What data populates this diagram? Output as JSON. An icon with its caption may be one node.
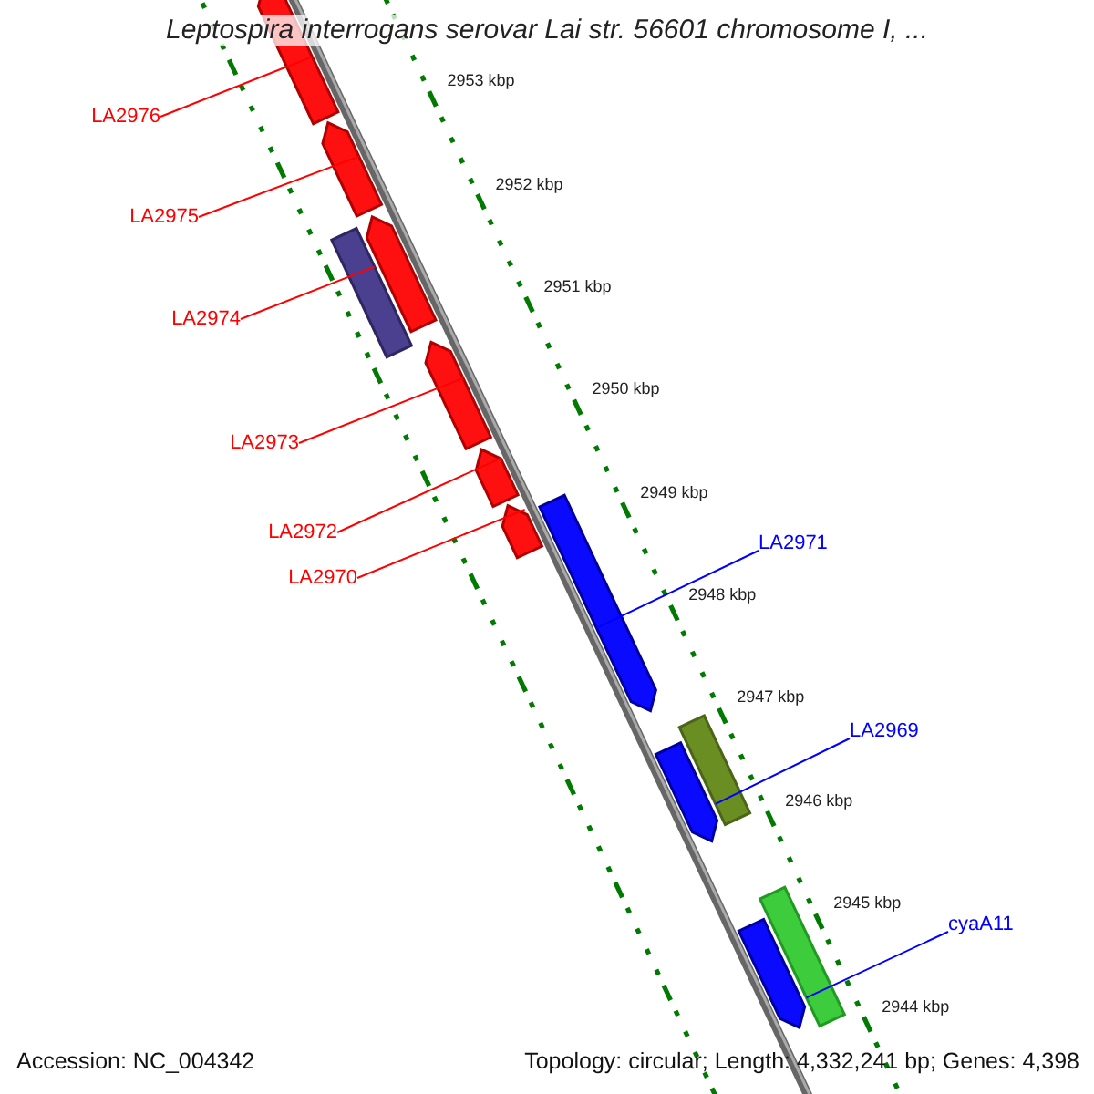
{
  "diagram": {
    "title": "Leptospira interrogans serovar Lai str. 56601 chromosome I, ...",
    "nodes": [
      {
        "text": [
          "LA2976"
        ]
      },
      {
        "text": [
          "LA2975"
        ]
      },
      {
        "text": [
          "LA2974"
        ]
      },
      {
        "text": [
          "LA2973"
        ]
      },
      {
        "text": [
          "LA2972"
        ]
      },
      {
        "text": [
          "LA2970"
        ]
      },
      {
        "text": [
          "LA2971"
        ]
      },
      {
        "text": [
          "LA2969"
        ]
      },
      {
        "text": [
          "cyaA11"
        ]
      },
      {
        "text": [],
        "shape": "pentagon"
      },
      {
        "text": [],
        "shape": "pentagon"
      },
      {
        "text": [],
        "shape": "bar"
      },
      {
        "text": [],
        "shape": "pentagon"
      },
      {
        "text": [],
        "shape": "pentagon"
      },
      {
        "text": [],
        "shape": "pentagon"
      },
      {
        "text": [],
        "shape": "pentagon"
      },
      {
        "text": [],
        "shape": "pentagon"
      },
      {
        "text": [],
        "shape": "bar"
      },
      {
        "text": [],
        "shape": "pentagon"
      },
      {
        "text": [],
        "shape": "bar"
      },
      {
        "text": [],
        "shape": "pentagon"
      }
    ],
    "edges": [
      {
        "from": 0,
        "to": 9,
        "arrow": "none"
      },
      {
        "from": 1,
        "to": 10,
        "arrow": "none"
      },
      {
        "from": 2,
        "to": 11,
        "arrow": "none"
      },
      {
        "from": 3,
        "to": 13,
        "arrow": "none"
      },
      {
        "from": 4,
        "to": 14,
        "arrow": "none"
      },
      {
        "from": 5,
        "to": 15,
        "arrow": "none"
      },
      {
        "from": 6,
        "to": 16,
        "arrow": "none",
        "color": "#0000ff"
      },
      {
        "from": 7,
        "to": 17,
        "arrow": "none",
        "color": "#0000ff"
      },
      {
        "from": 8,
        "to": 19,
        "arrow": "none",
        "color": "#0000ff"
      }
    ],
    "labels": [
      "2953 kbp",
      "2952 kbp",
      "2951 kbp",
      "2950 kbp",
      "2949 kbp",
      "2948 kbp",
      "2947 kbp",
      "2946 kbp",
      "2945 kbp",
      "2944 kbp",
      "Accession: NC_004342",
      "Topology: circular; Length: 4,332,241 bp; Genes: 4,398"
    ]
  }
}
